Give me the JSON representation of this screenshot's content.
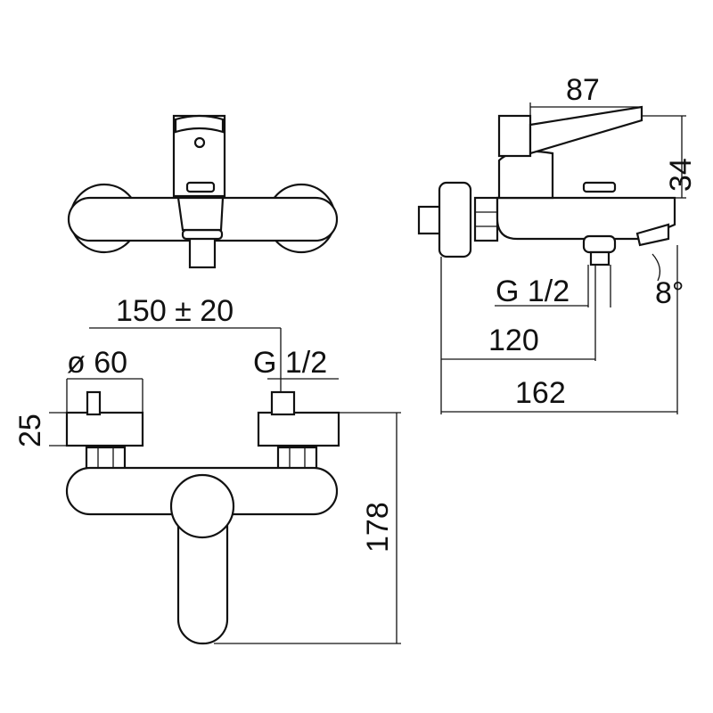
{
  "title": "Wall-mounted bath mixer technical drawing",
  "dimensions": {
    "handle_length": "87",
    "handle_height": "34",
    "outlet_thread_side": "G 1/2",
    "outlet_angle": "8°",
    "projection_outlet": "120",
    "projection_total": "162",
    "centers": "150 ± 20",
    "flange_diameter": "ø 60",
    "inlet_thread": "G 1/2",
    "flange_depth": "25",
    "total_height": "178"
  }
}
